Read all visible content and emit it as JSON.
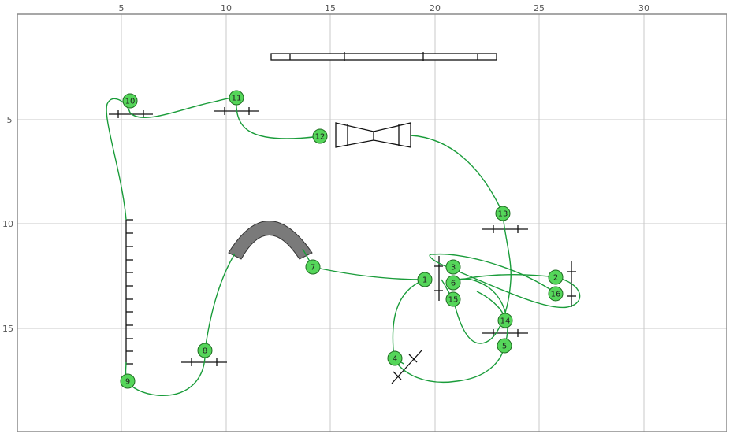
{
  "grid": {
    "x_ticks": [
      "5",
      "10",
      "15",
      "20",
      "25",
      "30"
    ],
    "y_ticks": [
      "5",
      "10",
      "15"
    ]
  },
  "markers": [
    {
      "label": "1"
    },
    {
      "label": "2"
    },
    {
      "label": "3"
    },
    {
      "label": "4"
    },
    {
      "label": "5"
    },
    {
      "label": "6"
    },
    {
      "label": "7"
    },
    {
      "label": "8"
    },
    {
      "label": "9"
    },
    {
      "label": "10"
    },
    {
      "label": "11"
    },
    {
      "label": "12"
    },
    {
      "label": "13"
    },
    {
      "label": "14"
    },
    {
      "label": "15"
    },
    {
      "label": "16"
    }
  ],
  "colors": {
    "path": "#1a9c3a",
    "marker_fill": "#55d65a",
    "marker_stroke": "#1f6b22",
    "grid": "#c8c8c8",
    "obstacle": "#111111",
    "tunnel": "#7a7a7a"
  }
}
